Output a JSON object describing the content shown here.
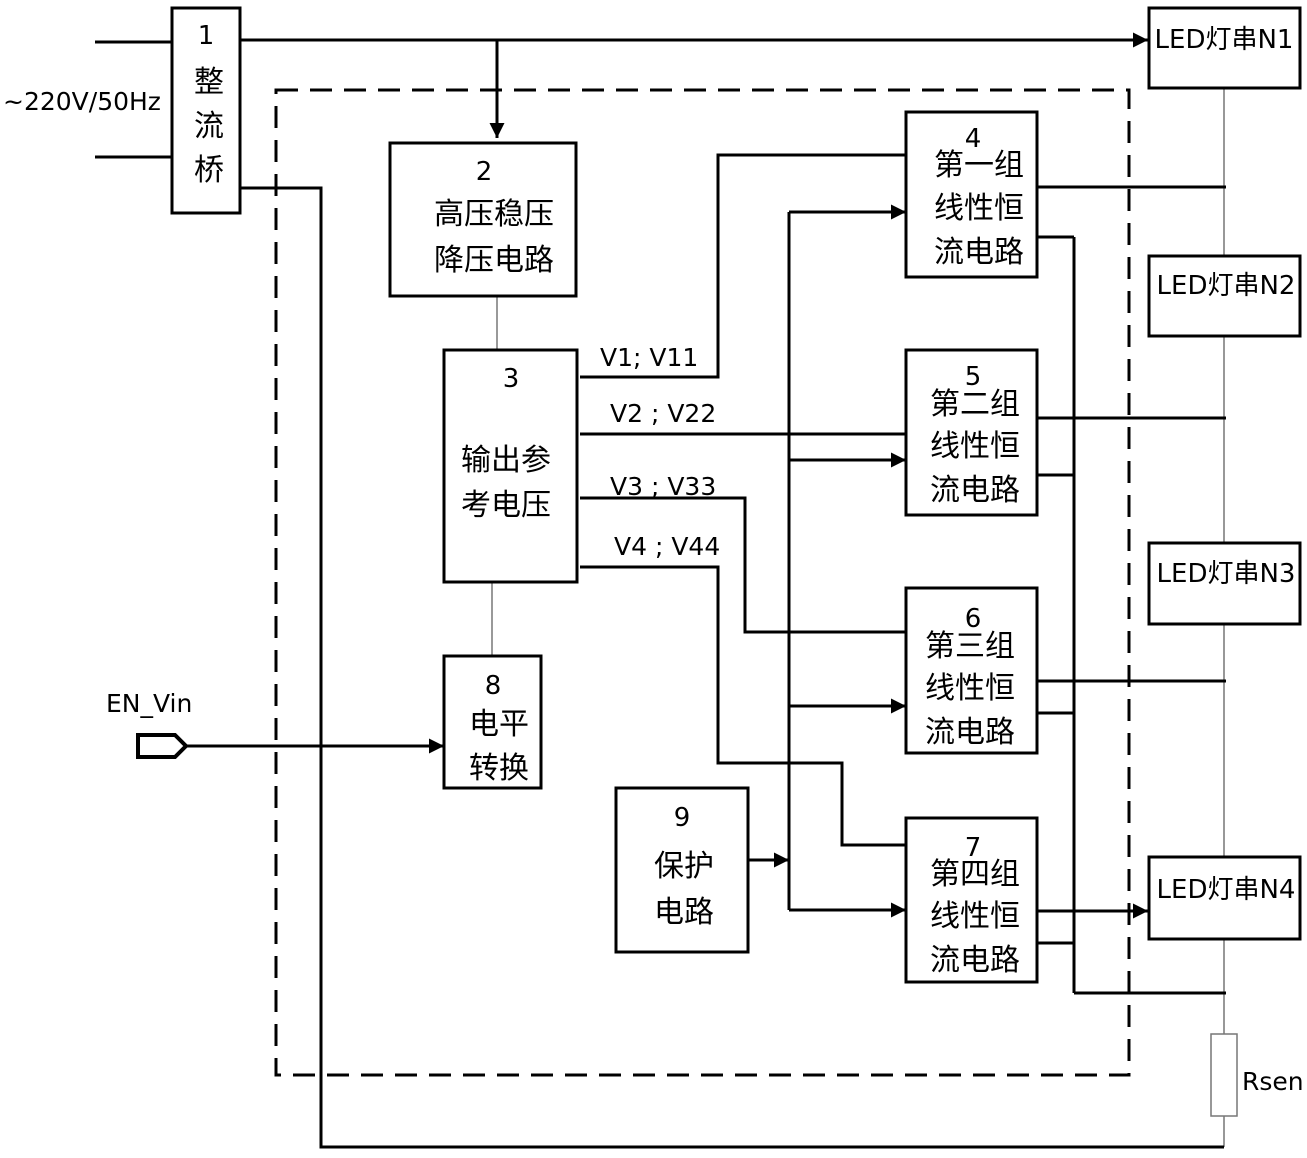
{
  "input": {
    "voltage_label": "~220V/50Hz",
    "en_label": "EN_Vin"
  },
  "blocks": {
    "b1": {
      "num": "1",
      "lines": [
        "整",
        "流",
        "桥"
      ]
    },
    "b2": {
      "num": "2",
      "lines": [
        "高压稳压",
        "降压电路"
      ]
    },
    "b3": {
      "num": "3",
      "lines": [
        "输出参",
        "考电压"
      ]
    },
    "b4": {
      "num": "4",
      "lines": [
        "第一组",
        "线性恒",
        "流电路"
      ]
    },
    "b5": {
      "num": "5",
      "lines": [
        "第二组",
        "线性恒",
        "流电路"
      ]
    },
    "b6": {
      "num": "6",
      "lines": [
        "第三组",
        "线性恒",
        "流电路"
      ]
    },
    "b7": {
      "num": "7",
      "lines": [
        "第四组",
        "线性恒",
        "流电路"
      ]
    },
    "b8": {
      "num": "8",
      "lines": [
        "电平",
        "转换"
      ]
    },
    "b9": {
      "num": "9",
      "lines": [
        "保护",
        "电路"
      ]
    }
  },
  "signals": {
    "s1": "V1;  V11",
    "s2": "V2 ; V22",
    "s3": "V3 ; V33",
    "s4": "V4 ; V44"
  },
  "leds": {
    "n1": "LED灯串N1",
    "n2": "LED灯串N2",
    "n3": "LED灯串N3",
    "n4": "LED灯串N4"
  },
  "resistor": {
    "label": "Rsen"
  }
}
